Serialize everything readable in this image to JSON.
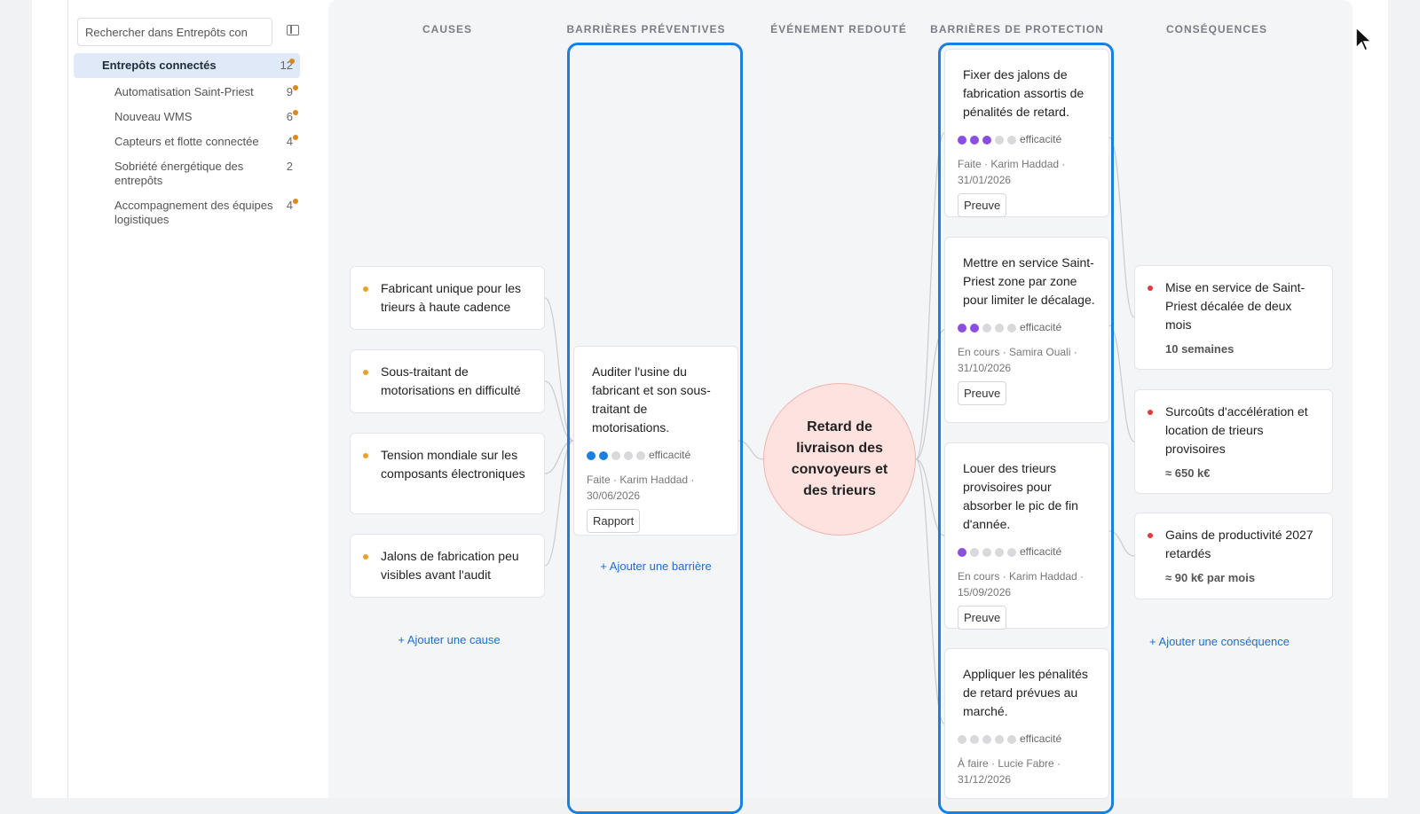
{
  "sidebar": {
    "search_placeholder": "Rechercher dans Entrepôts con",
    "items": [
      {
        "label": "Entrepôts connectés",
        "count": "12",
        "dot": true,
        "root": true
      },
      {
        "label": "Automatisation Saint-Priest",
        "count": "9",
        "dot": true
      },
      {
        "label": "Nouveau WMS",
        "count": "6",
        "dot": true
      },
      {
        "label": "Capteurs et flotte connectée",
        "count": "4",
        "dot": true
      },
      {
        "label": "Sobriété énergétique des entrepôts",
        "count": "2",
        "dot": false
      },
      {
        "label": "Accompagnement des équipes logistiques",
        "count": "4",
        "dot": true
      }
    ]
  },
  "headers": {
    "causes": "CAUSES",
    "preventive": "BARRIÈRES PRÉVENTIVES",
    "event": "ÉVÉNEMENT REDOUTÉ",
    "protection": "BARRIÈRES DE PROTECTION",
    "consequences": "CONSÉQUENCES"
  },
  "event": "Retard de livraison des convoyeurs et des trieurs",
  "causes": [
    "Fabricant unique pour les trieurs à haute cadence",
    "Sous-traitant de motorisations en difficulté",
    "Tension mondiale sur les composants électroniques",
    "Jalons de fabrication peu visibles avant l'audit"
  ],
  "add_cause": "+ Ajouter une cause",
  "preventive_barriers": [
    {
      "text": "Auditer l'usine du fabricant et son sous-traitant de motorisations.",
      "effectiveness": 2,
      "eff_label": "efficacité",
      "meta": "Faite · Karim Haddad · 30/06/2026",
      "proof": "Rapport"
    }
  ],
  "add_barrier": "+ Ajouter une barrière",
  "protection_barriers": [
    {
      "text": "Fixer des jalons de fabrication assortis de pénalités de retard.",
      "effectiveness": 3,
      "eff_label": "efficacité",
      "meta": "Faite · Karim Haddad · 31/01/2026",
      "proof": "Preuve"
    },
    {
      "text": "Mettre en service Saint-Priest zone par zone pour limiter le décalage.",
      "effectiveness": 2,
      "eff_label": "efficacité",
      "meta": "En cours · Samira Ouali · 31/10/2026",
      "proof": "Preuve"
    },
    {
      "text": "Louer des trieurs provisoires pour absorber le pic de fin d'année.",
      "effectiveness": 1,
      "eff_label": "efficacité",
      "meta": "En cours · Karim Haddad · 15/09/2026",
      "proof": "Preuve"
    },
    {
      "text": "Appliquer les pénalités de retard prévues au marché.",
      "effectiveness": 0,
      "eff_label": "efficacité",
      "meta": "À faire · Lucie Fabre · 31/12/2026",
      "proof": ""
    }
  ],
  "consequences": [
    {
      "text": "Mise en service de Saint-Priest décalée de deux mois",
      "impact": "10 semaines"
    },
    {
      "text": "Surcoûts d'accélération et location de trieurs provisoires",
      "impact": "≈ 650 k€"
    },
    {
      "text": "Gains de productivité 2027 retardés",
      "impact": "≈ 90 k€ par mois"
    }
  ],
  "add_consequence": "+ Ajouter une conséquence",
  "colors": {
    "preventive_dot": "#1b7fe0",
    "protection_dot": "#8b4fe0",
    "cause_bullet": "#e8a32a",
    "consequence_bullet": "#e03a3a",
    "barrier_border": "#1b7fe0"
  }
}
